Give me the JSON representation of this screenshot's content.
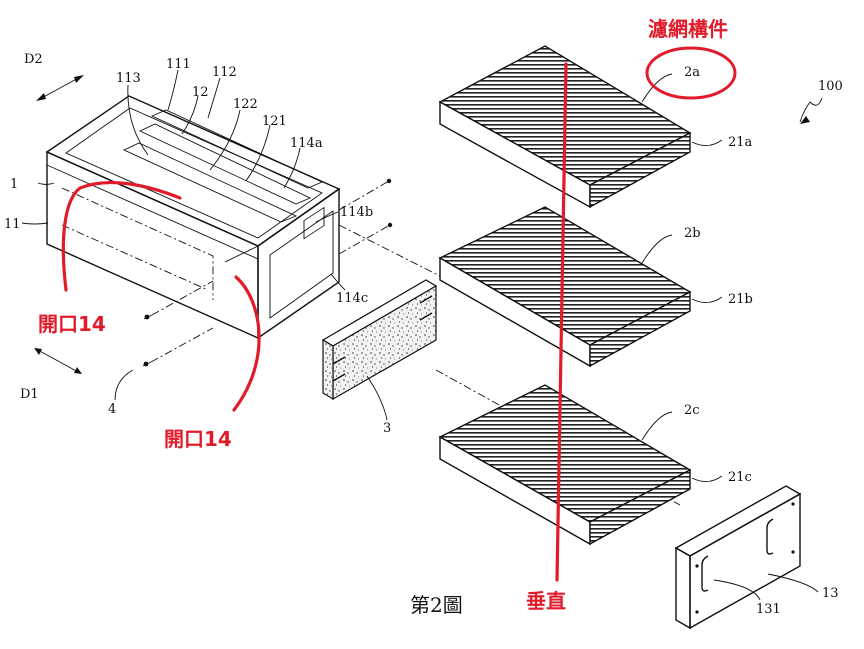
{
  "figure": {
    "caption": "第2圖"
  },
  "annotations": {
    "filter_component": "濾網構件",
    "vertical": "垂直",
    "opening_upper": "開口14",
    "opening_lower": "開口14"
  },
  "labels": {
    "d2": "D2",
    "d1": "D1",
    "n100": "100",
    "n1": "1",
    "n11": "11",
    "n113": "113",
    "n111": "111",
    "n112": "112",
    "n12": "12",
    "n122": "122",
    "n121": "121",
    "n114a": "114a",
    "n114b": "114b",
    "n114c": "114c",
    "n4": "4",
    "n3": "3",
    "n2a": "2a",
    "n21a": "21a",
    "n2b": "2b",
    "n21b": "21b",
    "n2c": "2c",
    "n21c": "21c",
    "n13": "13",
    "n131": "131"
  },
  "colors": {
    "annotation_red": "#e11b2a",
    "line": "#111111"
  }
}
